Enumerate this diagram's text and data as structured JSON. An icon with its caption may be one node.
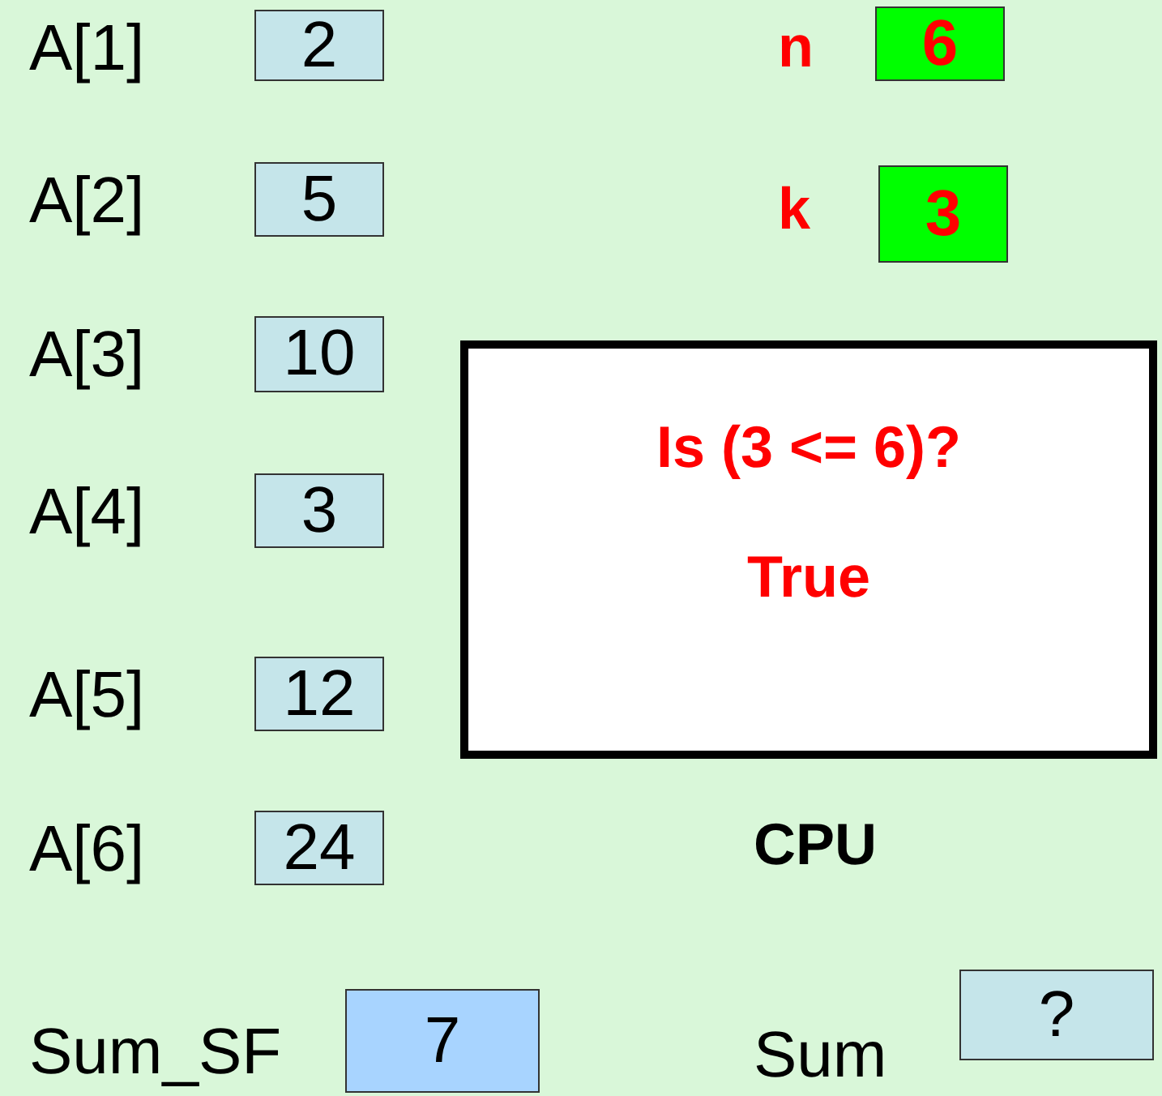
{
  "diagram": {
    "nodes": [
      {
        "text": [
          "2"
        ],
        "beside": [
          "A[1]"
        ]
      },
      {
        "text": [
          "5"
        ],
        "beside": [
          "A[2]"
        ]
      },
      {
        "text": [
          "10"
        ],
        "beside": [
          "A[3]"
        ]
      },
      {
        "text": [
          "3"
        ],
        "beside": [
          "A[4]"
        ]
      },
      {
        "text": [
          "12"
        ],
        "beside": [
          "A[5]"
        ]
      },
      {
        "text": [
          "24"
        ],
        "beside": [
          "A[6]"
        ]
      },
      {
        "text": [
          "6"
        ],
        "beside": [
          "n"
        ]
      },
      {
        "text": [
          "3"
        ],
        "beside": [
          "k"
        ]
      },
      {
        "text": [
          "Is (3 <= 6)?",
          "True"
        ],
        "beside": [
          "CPU"
        ]
      },
      {
        "text": [
          "7"
        ],
        "beside": [
          "Sum_SF"
        ]
      },
      {
        "text": [
          "?"
        ],
        "beside": [
          "Sum"
        ]
      }
    ]
  }
}
